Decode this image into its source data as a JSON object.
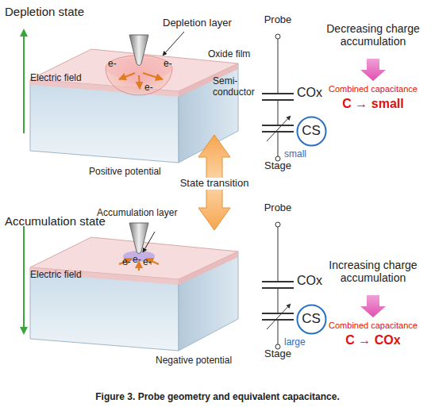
{
  "diagram": {
    "caption": "Figure 3. Probe geometry and equivalent capacitance.",
    "nodes": [
      {
        "text": [
          "CS"
        ]
      },
      {
        "text": [
          "CS"
        ]
      }
    ],
    "labels": [
      "Depletion state",
      "Depletion layer",
      "Oxide film",
      "Semi- conductor",
      "Electric field",
      "e-",
      "e-",
      "e-",
      "Positive potential",
      "Probe",
      "COx",
      "small",
      "Stage",
      "Decreasing charge accumulation",
      "Combined capacitance",
      "C → small",
      "State transition",
      "Accumulation state",
      "Accumulation layer",
      "e-",
      "e-",
      "e-",
      "Electric field",
      "Negative potential",
      "Probe",
      "COx",
      "large",
      "Stage",
      "Increasing charge accumulation",
      "Combined capacitance",
      "C → COx"
    ]
  }
}
